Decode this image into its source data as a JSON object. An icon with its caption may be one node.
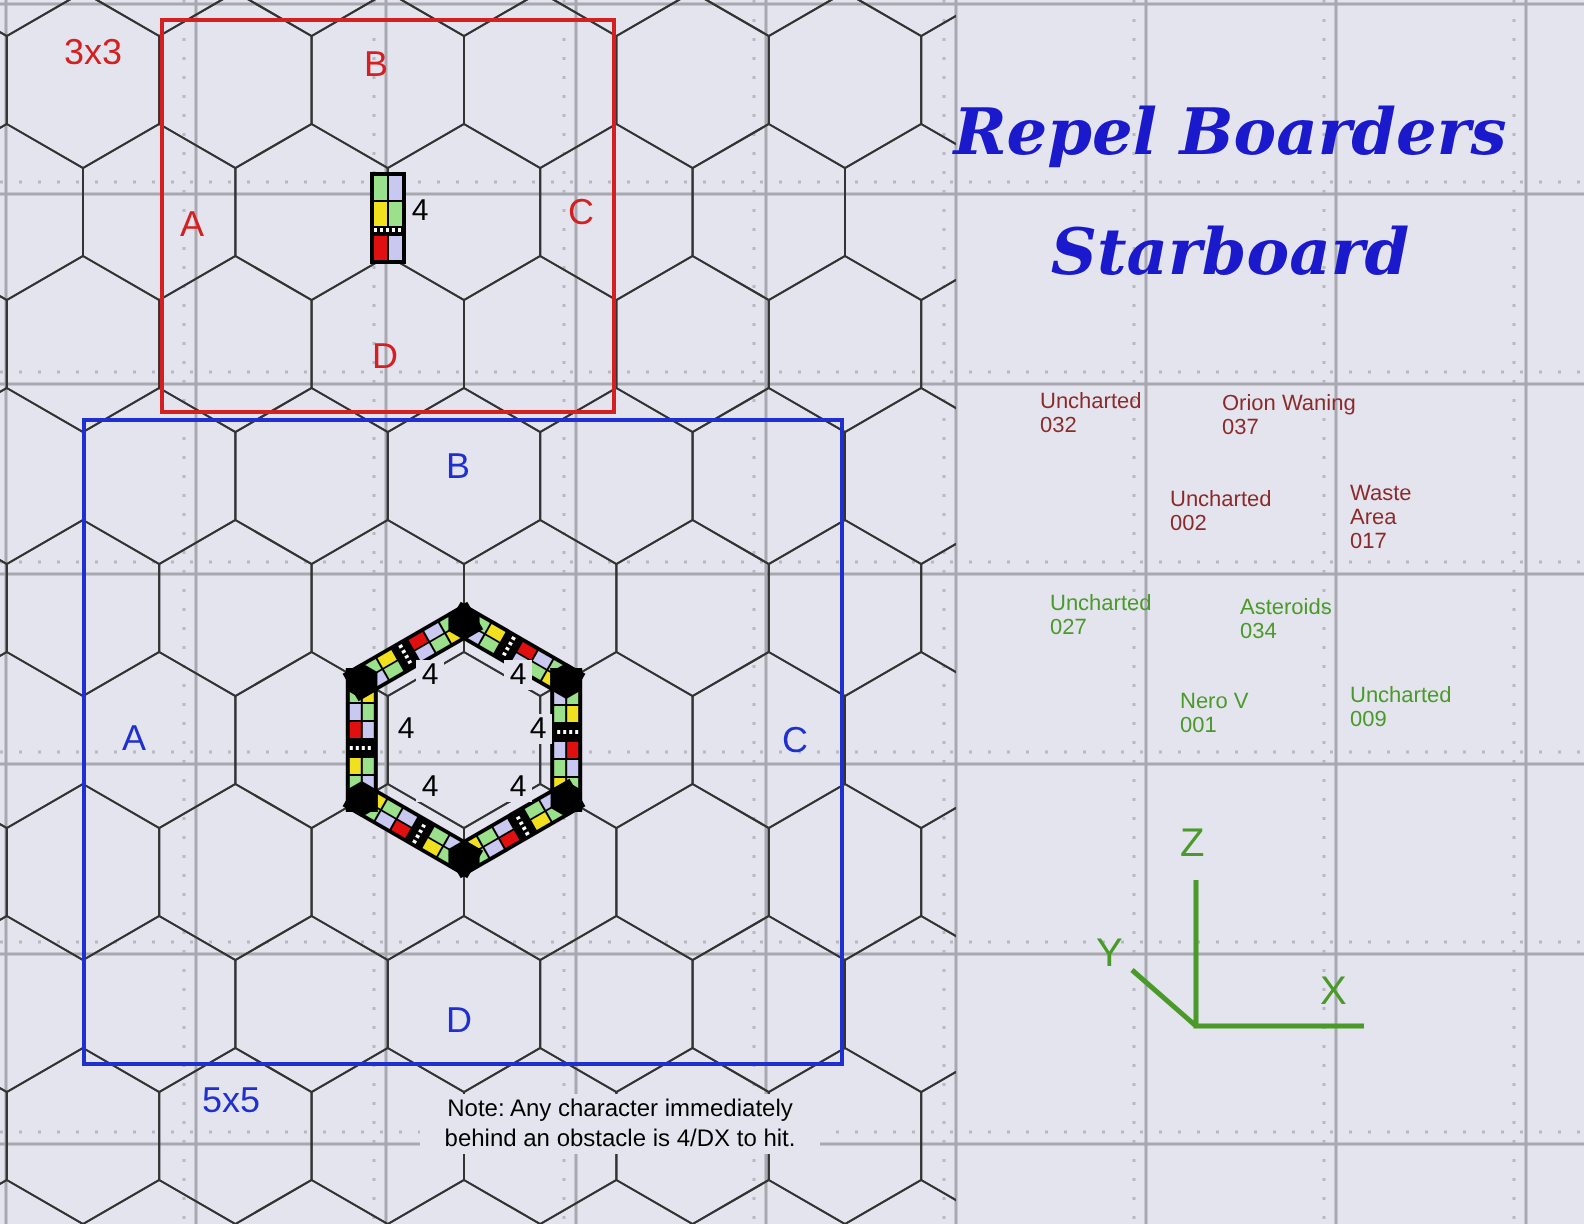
{
  "diagram": {
    "title": "Repel Boarders Starboard",
    "nodes": [
      {
        "text": [
          "3x3",
          "B",
          "A",
          "C",
          "D"
        ]
      },
      {
        "text": [
          "5x5",
          "B",
          "A",
          "C",
          "D"
        ]
      }
    ],
    "labels": [
      "4",
      "Uncharted 032",
      "Orion Waning 037",
      "Uncharted 002",
      "Waste Area 017",
      "Uncharted 027",
      "Asteroids 034",
      "Nero V 001",
      "Uncharted 009",
      "4",
      "4",
      "4",
      "4",
      "4",
      "4",
      "Z",
      "Y",
      "X",
      "Note: Any character immediately behind an obstacle is 4/DX to hit."
    ]
  }
}
